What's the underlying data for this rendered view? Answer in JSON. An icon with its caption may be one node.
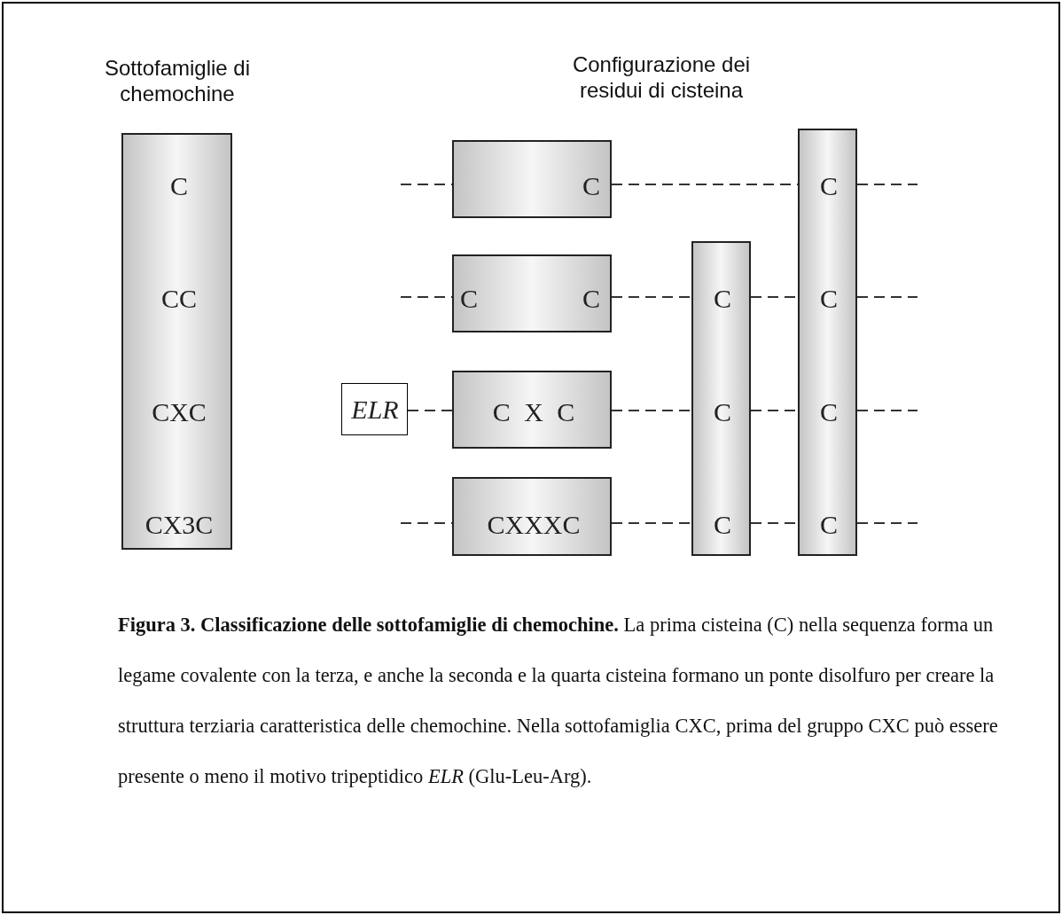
{
  "diagram": {
    "caption": "**Figura 3. Classificazione delle sottofamiglie di chemochine.** La prima cisteina (C) nella sequenza forma un legame covalente con la terza, e anche la seconda e la quarta cisteina formano un ponte disolfuro per creare la struttura terziaria caratteristica delle chemochine. Nella sottofamiglia CXC, prima del gruppo CXC può essere presente o meno il motivo tripeptidico *ELR* (Glu-Leu-Arg).",
    "nodes": [
      {
        "text": [
          "Sottofamiglie di chemochine",
          "C",
          "CC",
          "CXC",
          "CX3C"
        ]
      },
      {
        "text": [
          "C"
        ]
      },
      {
        "text": [
          "C",
          "C"
        ]
      },
      {
        "text": [
          "ELR"
        ]
      },
      {
        "text": [
          "C X C"
        ]
      },
      {
        "text": [
          "CXXXC"
        ]
      },
      {
        "text": [
          "C",
          "C",
          "C"
        ]
      },
      {
        "text": [
          "C",
          "C",
          "C",
          "C"
        ]
      }
    ],
    "edges": [
      {
        "from": null,
        "to": 1,
        "arrow": "none",
        "style": "dashed"
      },
      {
        "from": 1,
        "to": 7,
        "arrow": "none",
        "style": "dashed"
      },
      {
        "from": 7,
        "to": null,
        "arrow": "none",
        "style": "dashed"
      },
      {
        "from": null,
        "to": 2,
        "arrow": "none",
        "style": "dashed"
      },
      {
        "from": 2,
        "to": 6,
        "arrow": "none",
        "style": "dashed"
      },
      {
        "from": 6,
        "to": 7,
        "arrow": "none",
        "style": "dashed"
      },
      {
        "from": 7,
        "to": null,
        "arrow": "none",
        "style": "dashed"
      },
      {
        "from": 3,
        "to": 4,
        "arrow": "none",
        "style": "dashed"
      },
      {
        "from": 4,
        "to": 6,
        "arrow": "none",
        "style": "dashed"
      },
      {
        "from": 6,
        "to": 7,
        "arrow": "none",
        "style": "dashed"
      },
      {
        "from": 7,
        "to": null,
        "arrow": "none",
        "style": "dashed"
      },
      {
        "from": null,
        "to": 5,
        "arrow": "none",
        "style": "dashed"
      },
      {
        "from": 5,
        "to": 6,
        "arrow": "none",
        "style": "dashed"
      },
      {
        "from": 6,
        "to": 7,
        "arrow": "none",
        "style": "dashed"
      },
      {
        "from": 7,
        "to": null,
        "arrow": "none",
        "style": "dashed"
      }
    ],
    "labels": [
      "Configurazione dei residui di cisteina"
    ]
  }
}
